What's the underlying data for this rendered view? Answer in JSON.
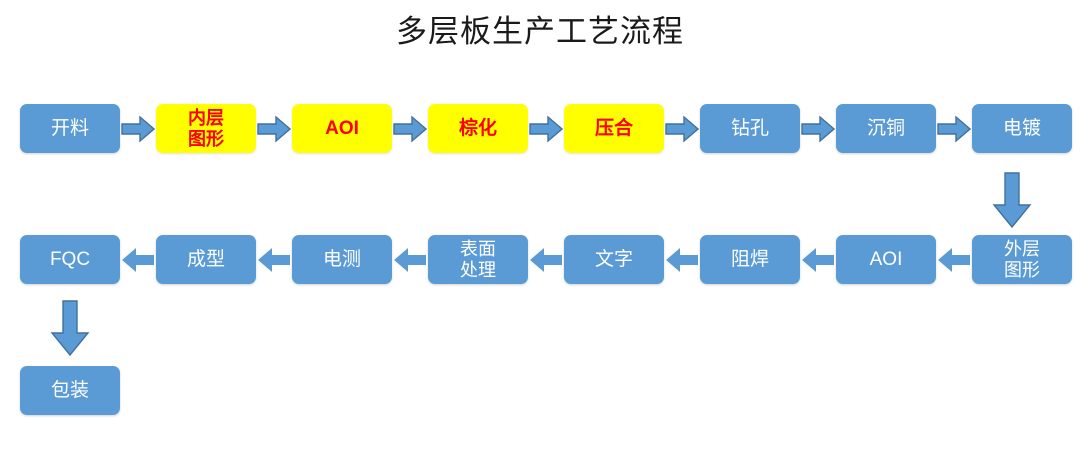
{
  "chart_data": {
    "type": "diagram",
    "title": "多层板生产工艺流程",
    "diagram_kind": "process-flowchart",
    "orientation": "serpentine (row 1 left-to-right, row 2 right-to-left, then down)",
    "colors": {
      "node_blue_fill": "#5B9BD5",
      "node_blue_text": "#FFFFFF",
      "node_yellow_fill": "#FFFF00",
      "node_yellow_text": "#FF0000",
      "arrow_fill": "#5B9BD5",
      "arrow_outline": "#41719C",
      "background": "#FFFFFF",
      "title_text": "#1A1A1A"
    },
    "nodes": [
      {
        "id": 1,
        "label": "开料",
        "color": "blue",
        "row": 1,
        "lines": 1
      },
      {
        "id": 2,
        "label": "内层\n图形",
        "color": "yellow",
        "row": 1,
        "lines": 2
      },
      {
        "id": 3,
        "label": "AOI",
        "color": "yellow",
        "row": 1,
        "lines": 1
      },
      {
        "id": 4,
        "label": "棕化",
        "color": "yellow",
        "row": 1,
        "lines": 1
      },
      {
        "id": 5,
        "label": "压合",
        "color": "yellow",
        "row": 1,
        "lines": 1
      },
      {
        "id": 6,
        "label": "钻孔",
        "color": "blue",
        "row": 1,
        "lines": 1
      },
      {
        "id": 7,
        "label": "沉铜",
        "color": "blue",
        "row": 1,
        "lines": 1
      },
      {
        "id": 8,
        "label": "电镀",
        "color": "blue",
        "row": 1,
        "lines": 1
      },
      {
        "id": 9,
        "label": "外层\n图形",
        "color": "blue",
        "row": 2,
        "lines": 2
      },
      {
        "id": 10,
        "label": "AOI",
        "color": "blue",
        "row": 2,
        "lines": 1
      },
      {
        "id": 11,
        "label": "阻焊",
        "color": "blue",
        "row": 2,
        "lines": 1
      },
      {
        "id": 12,
        "label": "文字",
        "color": "blue",
        "row": 2,
        "lines": 1
      },
      {
        "id": 13,
        "label": "表面\n处理",
        "color": "blue",
        "row": 2,
        "lines": 2
      },
      {
        "id": 14,
        "label": "电测",
        "color": "blue",
        "row": 2,
        "lines": 1
      },
      {
        "id": 15,
        "label": "成型",
        "color": "blue",
        "row": 2,
        "lines": 1
      },
      {
        "id": 16,
        "label": "FQC",
        "color": "blue",
        "row": 2,
        "lines": 1
      },
      {
        "id": 17,
        "label": "包装",
        "color": "blue",
        "row": 3,
        "lines": 1
      }
    ],
    "edges": [
      {
        "from": "开料",
        "to": "内层图形",
        "direction": "right"
      },
      {
        "from": "内层图形",
        "to": "AOI",
        "direction": "right"
      },
      {
        "from": "AOI",
        "to": "棕化",
        "direction": "right"
      },
      {
        "from": "棕化",
        "to": "压合",
        "direction": "right"
      },
      {
        "from": "压合",
        "to": "钻孔",
        "direction": "right"
      },
      {
        "from": "钻孔",
        "to": "沉铜",
        "direction": "right"
      },
      {
        "from": "沉铜",
        "to": "电镀",
        "direction": "right"
      },
      {
        "from": "电镀",
        "to": "外层图形",
        "direction": "down"
      },
      {
        "from": "外层图形",
        "to": "AOI",
        "direction": "left"
      },
      {
        "from": "AOI",
        "to": "阻焊",
        "direction": "left"
      },
      {
        "from": "阻焊",
        "to": "文字",
        "direction": "left"
      },
      {
        "from": "文字",
        "to": "表面处理",
        "direction": "left"
      },
      {
        "from": "表面处理",
        "to": "电测",
        "direction": "left"
      },
      {
        "from": "电测",
        "to": "成型",
        "direction": "left"
      },
      {
        "from": "成型",
        "to": "FQC",
        "direction": "left"
      },
      {
        "from": "FQC",
        "to": "包装",
        "direction": "down"
      }
    ]
  },
  "title": "多层板生产工艺流程",
  "row1": {
    "nodes": [
      {
        "label": "开料"
      },
      {
        "label": "内层\n图形"
      },
      {
        "label": "AOI"
      },
      {
        "label": "棕化"
      },
      {
        "label": "压合"
      },
      {
        "label": "钻孔"
      },
      {
        "label": "沉铜"
      },
      {
        "label": "电镀"
      }
    ]
  },
  "row2": {
    "nodes": [
      {
        "label": "FQC"
      },
      {
        "label": "成型"
      },
      {
        "label": "电测"
      },
      {
        "label": "表面\n处理"
      },
      {
        "label": "文字"
      },
      {
        "label": "阻焊"
      },
      {
        "label": "AOI"
      },
      {
        "label": "外层\n图形"
      }
    ]
  },
  "row3": {
    "nodes": [
      {
        "label": "包装"
      }
    ]
  },
  "icons": {
    "arrow_right": "arrow-right-icon",
    "arrow_left": "arrow-left-icon",
    "arrow_down": "arrow-down-icon"
  }
}
